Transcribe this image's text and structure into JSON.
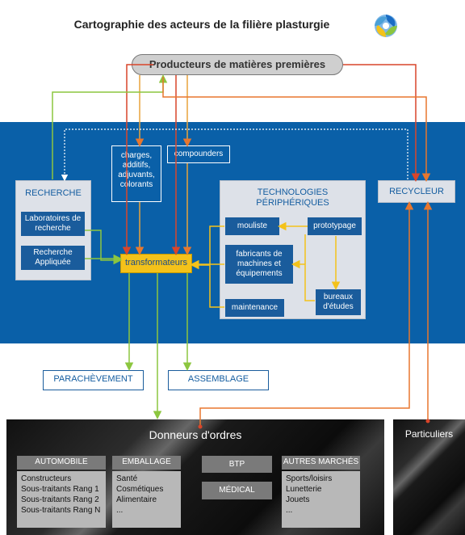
{
  "title": "Cartographie des acteurs de la filière plasturgie",
  "producers": "Producteurs de matières premières",
  "recherche": {
    "title": "RECHERCHE",
    "items": [
      "Laboratoires de recherche",
      "Recherche Appliquée"
    ]
  },
  "charges": "charges, additifs, adjuvants, colorants",
  "compounders": "compounders",
  "transformateurs": "transformateurs",
  "technologies": {
    "title": "TECHNOLOGIES PÉRIPHÉRIQUES",
    "mouliste": "mouliste",
    "prototypage": "prototypage",
    "fabricants": "fabricants de machines et équipements",
    "maintenance": "maintenance",
    "bureaux": "bureaux d'études"
  },
  "recycleur": "RECYCLEUR",
  "parachevement": "PARACHÈVEMENT",
  "assemblage": "ASSEMBLAGE",
  "donneurs": {
    "title": "Donneurs d'ordres",
    "automobile": {
      "label": "AUTOMOBILE",
      "items": [
        "Constructeurs",
        "Sous-traitants Rang 1",
        "Sous-traitants Rang 2",
        "Sous-traitants Rang N"
      ]
    },
    "emballage": {
      "label": "EMBALLAGE",
      "items": [
        "Santé",
        "Cosmétiques",
        "Alimentaire",
        "..."
      ]
    },
    "btp": "BTP",
    "medical": "MÉDICAL",
    "autres": {
      "label": "AUTRES MARCHÉS",
      "items": [
        "Sports/loisirs",
        "Lunetterie",
        "Jouets",
        "..."
      ]
    }
  },
  "particuliers": "Particuliers",
  "colors": {
    "band": "#0a60a8",
    "green": "#8cc63f",
    "orange": "#e8772e",
    "red": "#d9452a",
    "yellow": "#f4c21a"
  }
}
